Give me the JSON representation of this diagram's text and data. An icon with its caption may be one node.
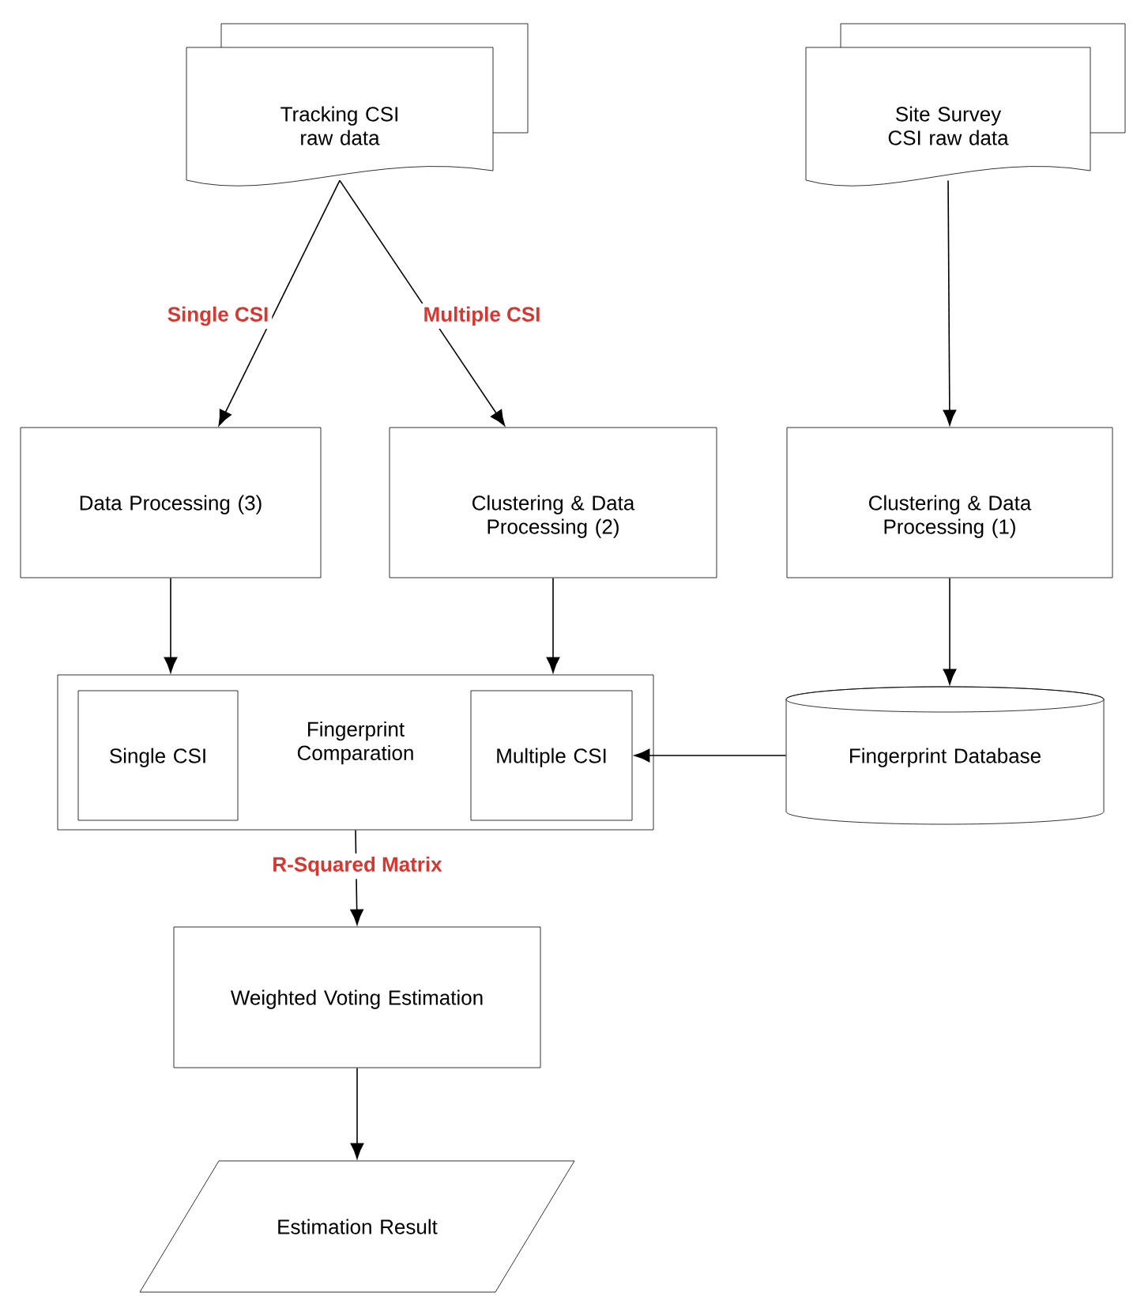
{
  "diagram": {
    "nodes": [
      {
        "text": [
          "Tracking CSI raw data"
        ]
      },
      {
        "text": [
          "Site Survey CSI raw data"
        ]
      },
      {
        "text": [
          "Data Processing (3)"
        ]
      },
      {
        "text": [
          "Clustering & Data Processing (2)"
        ]
      },
      {
        "text": [
          "Clustering & Data Processing (1)"
        ]
      },
      {
        "text": [
          "Fingerprint Comparation"
        ]
      },
      {
        "text": [
          "Single CSI"
        ],
        "in": 5
      },
      {
        "text": [
          "Multiple CSI"
        ],
        "in": 5
      },
      {
        "text": [
          "Fingerprint Database"
        ]
      },
      {
        "text": [
          "Weighted Voting Estimation"
        ]
      },
      {
        "text": [
          "Estimation Result"
        ]
      }
    ],
    "edges": [
      {
        "from": 0,
        "to": 2,
        "arrow": "to",
        "label": "Single CSI"
      },
      {
        "from": 0,
        "to": 3,
        "arrow": "to",
        "label": "Multiple CSI"
      },
      {
        "from": 1,
        "to": 4,
        "arrow": "to"
      },
      {
        "from": 2,
        "to": 5,
        "arrow": "to"
      },
      {
        "from": 3,
        "to": 5,
        "arrow": "to"
      },
      {
        "from": 4,
        "to": 8,
        "arrow": "to"
      },
      {
        "from": 8,
        "to": 7,
        "arrow": "to"
      },
      {
        "from": 5,
        "to": 9,
        "arrow": "to",
        "label": "R-Squared Matrix"
      },
      {
        "from": 9,
        "to": 10,
        "arrow": "to"
      }
    ]
  }
}
